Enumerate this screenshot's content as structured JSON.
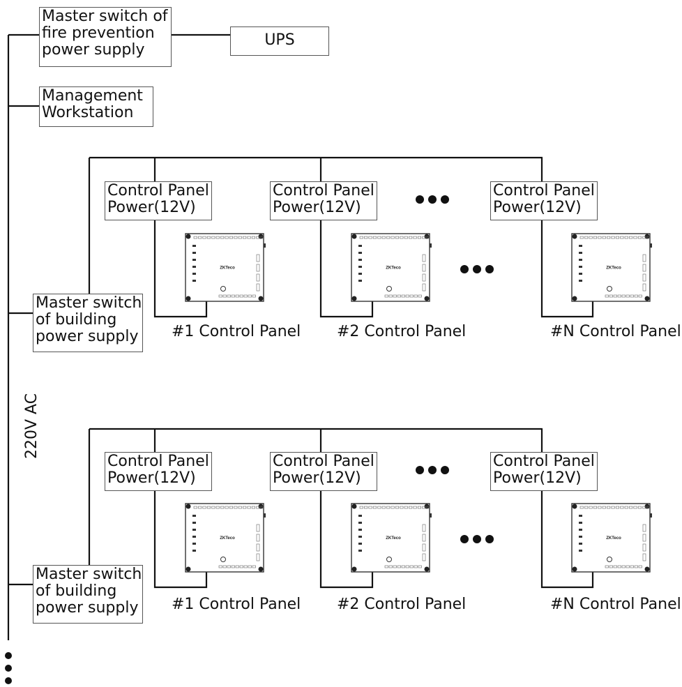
{
  "main_line_label": "220V AC",
  "fire_switch": {
    "lines": [
      "Master switch of",
      "fire prevention",
      "power supply"
    ]
  },
  "ups": {
    "label": "UPS"
  },
  "workstation": {
    "lines": [
      "Management",
      "Workstation"
    ]
  },
  "groups": [
    {
      "building_switch": {
        "lines": [
          "Master switch",
          "of building",
          "power supply"
        ]
      },
      "panels": [
        {
          "power_lines": [
            "Control Panel",
            "Power(12V)"
          ],
          "caption": "#1 Control Panel"
        },
        {
          "power_lines": [
            "Control Panel",
            "Power(12V)"
          ],
          "caption": "#2 Control Panel"
        },
        {
          "power_lines": [
            "Control Panel",
            "Power(12V)"
          ],
          "caption": "#N Control Panel"
        }
      ]
    },
    {
      "building_switch": {
        "lines": [
          "Master switch",
          "of building",
          "power supply"
        ]
      },
      "panels": [
        {
          "power_lines": [
            "Control Panel",
            "Power(12V)"
          ],
          "caption": "#1 Control Panel"
        },
        {
          "power_lines": [
            "Control Panel",
            "Power(12V)"
          ],
          "caption": "#2 Control Panel"
        },
        {
          "power_lines": [
            "Control Panel",
            "Power(12V)"
          ],
          "caption": "#N Control Panel"
        }
      ]
    }
  ],
  "device_logo": "ZKTeco"
}
